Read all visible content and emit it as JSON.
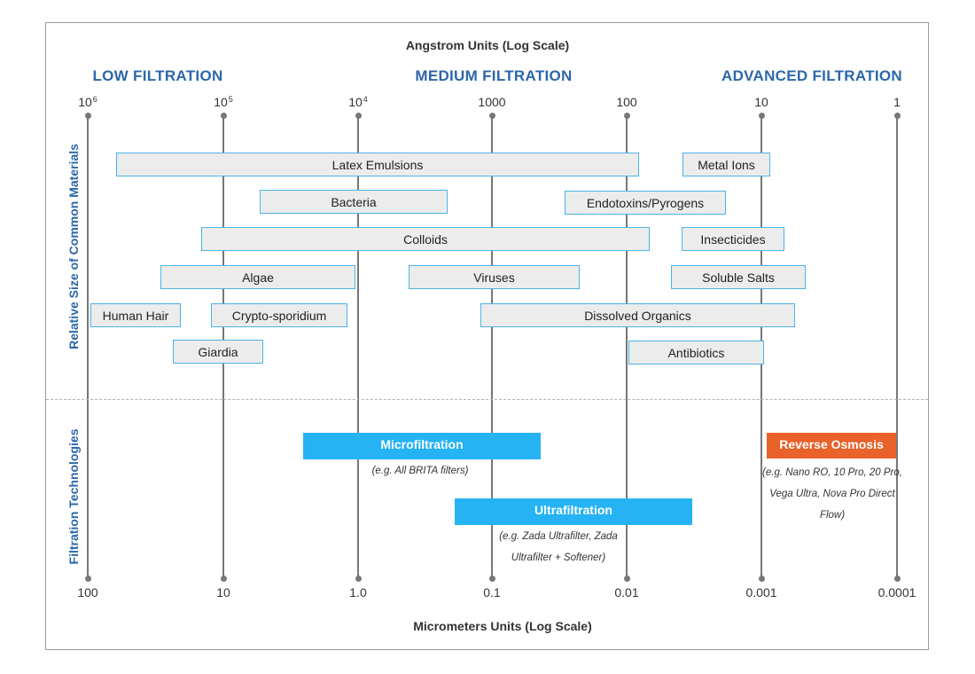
{
  "titles": {
    "top_axis": "Angstrom Units (Log Scale)",
    "bottom_axis": "Micrometers Units (Log Scale)",
    "upper_section": "Relative Size of Common Materials",
    "lower_section": "Filtration Technologies"
  },
  "zones": [
    {
      "label": "LOW FILTRATION"
    },
    {
      "label": "MEDIUM FILTRATION"
    },
    {
      "label": "ADVANCED FILTRATION"
    }
  ],
  "angstrom_ticks": [
    {
      "base": "10",
      "exp": "6"
    },
    {
      "base": "10",
      "exp": "5"
    },
    {
      "base": "10",
      "exp": "4"
    },
    {
      "base": "1000",
      "exp": ""
    },
    {
      "base": "100",
      "exp": ""
    },
    {
      "base": "10",
      "exp": ""
    },
    {
      "base": "1",
      "exp": ""
    }
  ],
  "micrometer_ticks": [
    "100",
    "10",
    "1.0",
    "0.1",
    "0.01",
    "0.001",
    "0.0001"
  ],
  "materials": [
    {
      "label": "Latex Emulsions"
    },
    {
      "label": "Metal Ions"
    },
    {
      "label": "Bacteria"
    },
    {
      "label": "Endotoxins/Pyrogens"
    },
    {
      "label": "Colloids"
    },
    {
      "label": "Insecticides"
    },
    {
      "label": "Algae"
    },
    {
      "label": "Viruses"
    },
    {
      "label": "Soluble Salts"
    },
    {
      "label": "Human Hair"
    },
    {
      "label": "Crypto-sporidium"
    },
    {
      "label": "Dissolved Organics"
    },
    {
      "label": "Giardia"
    },
    {
      "label": "Antibiotics"
    }
  ],
  "technologies": [
    {
      "label": "Microfiltration",
      "note": "(e.g. All BRITA filters)",
      "color": "#25b3f4"
    },
    {
      "label": "Ultrafiltration",
      "note": "(e.g. Zada Ultrafilter, Zada Ultrafilter + Softener)",
      "color": "#25b3f4"
    },
    {
      "label": "Reverse Osmosis",
      "note": "(e.g. Nano RO, 10 Pro, 20 Pro, Vega Ultra, Nova Pro Direct Flow)",
      "color": "#e8622a"
    }
  ],
  "colors": {
    "heading": "#2c67a9",
    "material_border": "#4cb3e8",
    "material_fill": "#ececec",
    "axis_line": "#777777"
  }
}
